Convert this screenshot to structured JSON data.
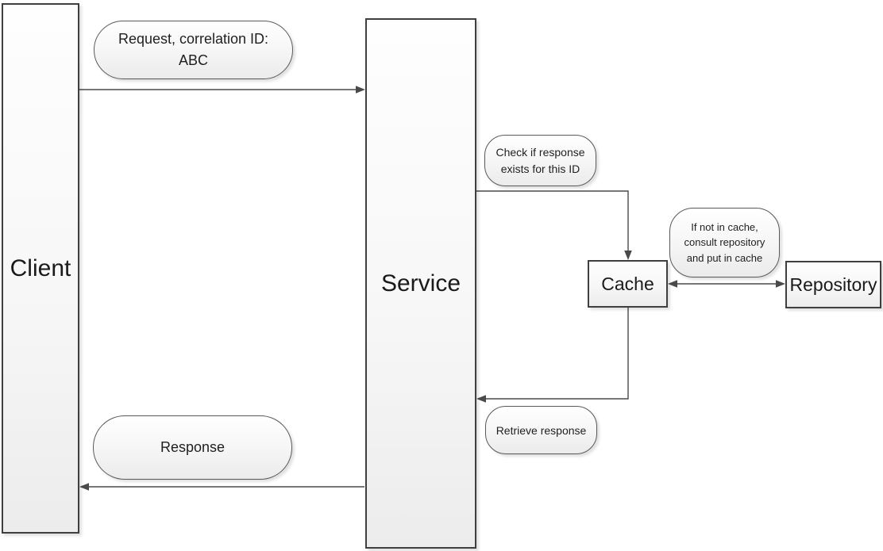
{
  "diagram": {
    "nodes": {
      "client": "Client",
      "service": "Service",
      "cache": "Cache",
      "repository": "Repository"
    },
    "annotations": {
      "request": "Request, correlation ID: ABC",
      "check": "Check if response exists for this ID",
      "consult": "If not in cache, consult repository and put in cache",
      "retrieve": "Retrieve response",
      "response": "Response"
    },
    "colors": {
      "background": "#ffffff",
      "shape_border": "#3f3f3f",
      "bubble_border": "#595959",
      "connector": "#4a4a4a",
      "fill_top": "#fefefe",
      "fill_bottom": "#ececec",
      "text": "#1a1a1a"
    }
  }
}
